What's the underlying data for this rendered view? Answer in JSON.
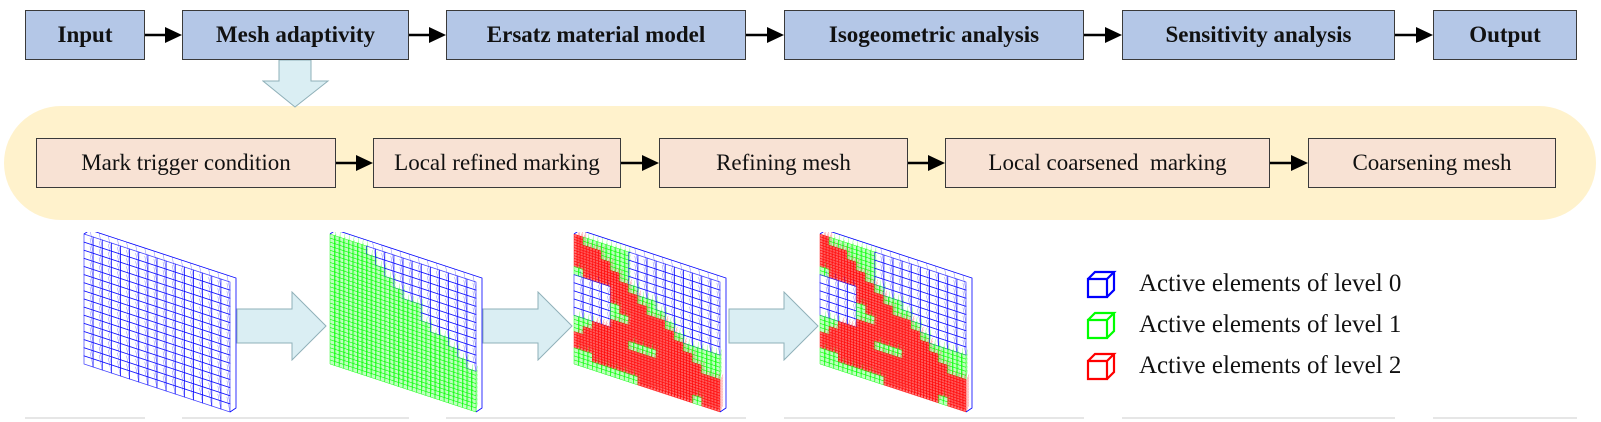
{
  "main_flow": {
    "steps": [
      {
        "label": "Input"
      },
      {
        "label": "Mesh adaptivity"
      },
      {
        "label": "Ersatz material model"
      },
      {
        "label": "Isogeometric analysis"
      },
      {
        "label": "Sensitivity analysis"
      },
      {
        "label": "Output"
      }
    ],
    "colors": {
      "box_fill": "#b4c7e7",
      "box_border": "#3a3a3a"
    }
  },
  "sub_flow": {
    "parent_step": "Mesh adaptivity",
    "steps": [
      {
        "label": "Mark trigger condition"
      },
      {
        "label": "Local refined marking"
      },
      {
        "label": "Refining mesh"
      },
      {
        "label": "Local coarsened  marking"
      },
      {
        "label": "Coarsening mesh"
      }
    ],
    "colors": {
      "band_fill": "#fff2cc",
      "box_fill": "#f8e2d4"
    }
  },
  "mesh_sequence": {
    "stages": [
      {
        "name": "initial-mesh",
        "levels_shown": [
          0
        ]
      },
      {
        "name": "refined-level-1",
        "levels_shown": [
          0,
          1
        ]
      },
      {
        "name": "refined-level-2",
        "levels_shown": [
          0,
          1,
          2
        ]
      },
      {
        "name": "coarsened-mesh",
        "levels_shown": [
          0,
          1,
          2
        ]
      }
    ],
    "arrow_color": "#daeef3"
  },
  "legend": {
    "items": [
      {
        "label": "Active elements of level 0",
        "color": "#0000ff",
        "icon": "cube-icon"
      },
      {
        "label": "Active elements of level 1",
        "color": "#00ff00",
        "icon": "cube-icon"
      },
      {
        "label": "Active elements of level 2",
        "color": "#ff0000",
        "icon": "cube-icon"
      }
    ]
  }
}
